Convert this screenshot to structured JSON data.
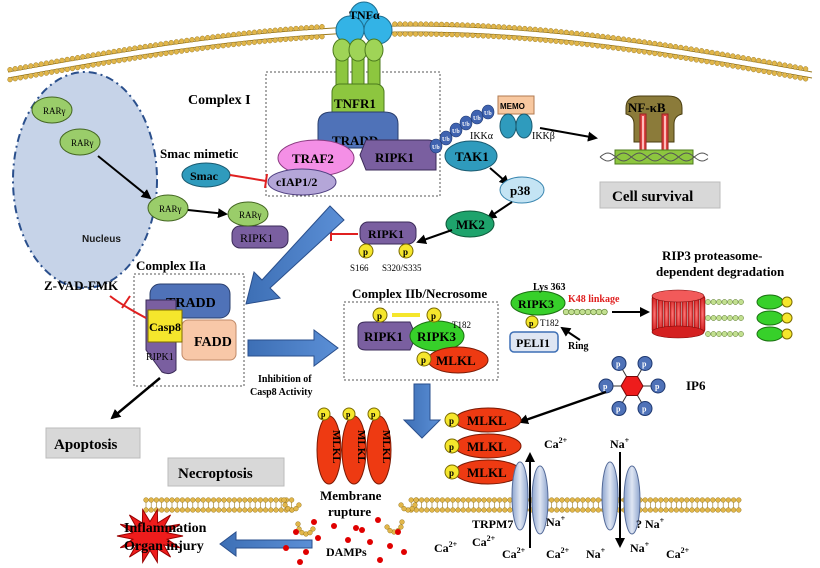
{
  "labels": {
    "tnfa": "TNFα",
    "complex1": "Complex I",
    "tnfr1": "TNFR1",
    "tradd": "TRADD",
    "traf2": "TRAF2",
    "ripk1": "RIPK1",
    "ciap": "cIAP1/2",
    "smac_mimetic": "Smac mimetic",
    "smac": "Smac",
    "ub": "Ub",
    "memo": "MEMO",
    "ikka": "IKKα",
    "ikkb": "IKKβ",
    "tak1": "TAK1",
    "nfkb": "NF-κB",
    "cell_survival": "Cell survival",
    "p38": "p38",
    "mk2": "MK2",
    "nucleus": "Nucleus",
    "rarg": "RARγ",
    "p": "p",
    "s166": "S166",
    "s320": "S320/S335",
    "complex2a": "Complex IIa",
    "zvad": "Z-VAD-FMK",
    "casp8": "Casp8",
    "fadd": "FADD",
    "complex2b": "Complex IIb/Necrosome",
    "ripk3": "RIPK3",
    "mlkl": "MLKL",
    "t182": "T182",
    "lys363": "Lys 363",
    "k48": "K48 linkage",
    "rip3_deg_line1": "RIP3 proteasome-",
    "rip3_deg_line2": "dependent degradation",
    "peli1": "PELI1",
    "ring": "Ring",
    "inhibition_line1": "Inhibition  of",
    "inhibition_line2": "Casp8 Activity",
    "ip6": "IP6",
    "apoptosis": "Apoptosis",
    "necroptosis": "Necroptosis",
    "membrane_line1": "Membrane",
    "membrane_line2": "rupture",
    "inflammation_line1": "Inflammation",
    "inflammation_line2": "Organ injury",
    "damps": "DAMPs",
    "trpm7": "TRPM7",
    "ca2": "Ca",
    "na": "Na",
    "sup2": "2+",
    "supplus": "+",
    "question": "?"
  },
  "colors": {
    "tnfa": "#33b3e6",
    "receptor": "#8dc63f",
    "receptor_dark": "#5e9e2e",
    "tradd": "#4f72b8",
    "traf2": "#f48fe6",
    "ripk1": "#7a5fa0",
    "tak1": "#2f9bbd",
    "p38_mk2": "#58b0d8",
    "mk2": "#1ea36c",
    "ripk3": "#37d02a",
    "mlkl": "#ee3a12",
    "phospho": "#f5e62c",
    "fadd": "#f8c8a8",
    "membrane_head": "#e1b64a",
    "arrow_blue": "#3d6fb5",
    "inhibit": "#e02020",
    "damps": "#e00000",
    "nucleus": "#c6d3e8",
    "ip6_core": "#ee1c1c",
    "ip6_ball": "#4f72b8",
    "nfkb": "#8b7b3a",
    "grey_box": "#d8d8d8"
  }
}
